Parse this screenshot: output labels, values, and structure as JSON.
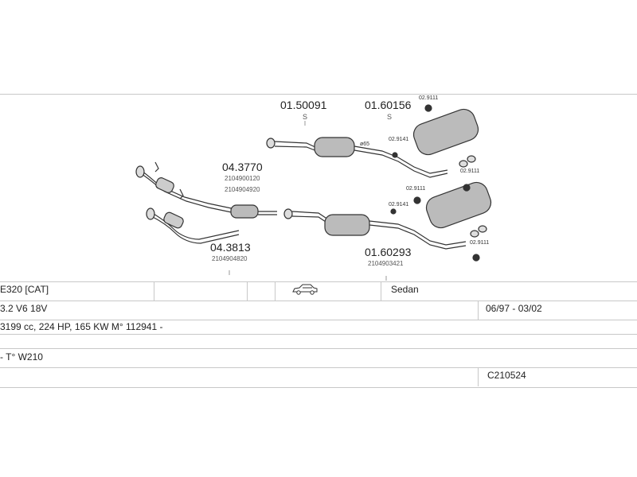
{
  "parts": {
    "p1": {
      "number": "01.50091",
      "class": "S"
    },
    "p2": {
      "number": "01.60156",
      "class": "S"
    },
    "p3": {
      "number": "04.3770",
      "oe1": "2104900120",
      "oe2": "2104904920"
    },
    "p4": {
      "number": "04.3813",
      "oe1": "2104904820"
    },
    "p5": {
      "number": "01.60293",
      "oe1": "2104903421"
    },
    "f1": "02.9111",
    "f2": "02.9141",
    "f3": "02.9111",
    "f4": "02.9111",
    "f5": "02.9141",
    "f6": "02.9111",
    "mark": "ø65"
  },
  "info": {
    "model": "E320  [CAT]",
    "body": "Sedan",
    "engine": "3.2 V6 18V",
    "dates": "06/97 - 03/02",
    "specs": "3199 cc, 224 HP, 165 KW M° 112941 -",
    "type": "- T° W210",
    "code": "C210524",
    "car_icon": "sedan-car-icon"
  }
}
